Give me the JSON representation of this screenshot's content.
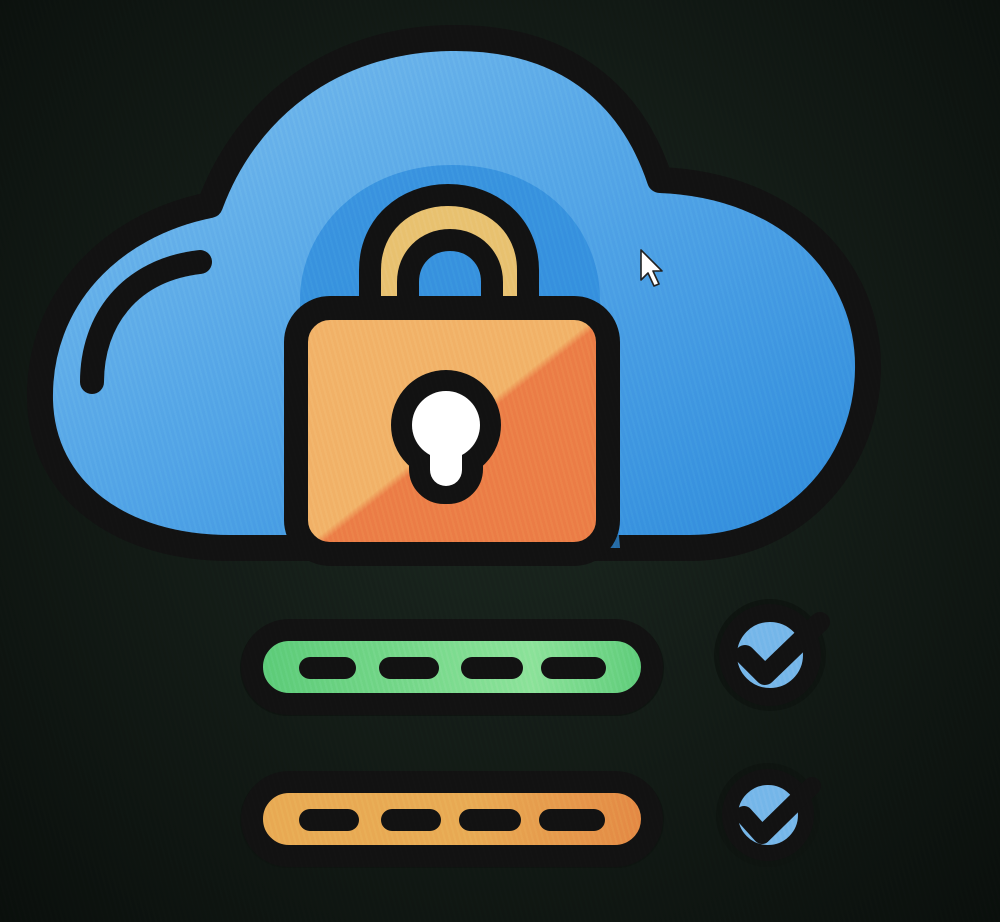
{
  "icons": {
    "cloud": "cloud-icon",
    "padlock": "padlock-icon",
    "keyhole": "keyhole-icon",
    "check_top": "check-circle-icon",
    "check_bottom": "check-circle-icon",
    "cursor": "mouse-cursor-icon"
  },
  "colors": {
    "background": "#121a15",
    "outline": "#121212",
    "cloud_light": "#7ec0ee",
    "cloud_mid": "#4fa3e6",
    "cloud_dark": "#2f8ddc",
    "lock_body_light": "#f2b46a",
    "lock_body_dark": "#ec8048",
    "shackle": "#e9c373",
    "keyhole": "#ffffff",
    "field_green": "#5dcc7a",
    "field_green_light": "#8fe39c",
    "field_orange": "#e9ac55",
    "field_orange_dark": "#e48a45",
    "check_circle": "#78b8ea"
  },
  "fields": [
    {
      "kind": "password",
      "masked_segments": 4,
      "status": "verified"
    },
    {
      "kind": "password",
      "masked_segments": 4,
      "status": "verified"
    }
  ]
}
